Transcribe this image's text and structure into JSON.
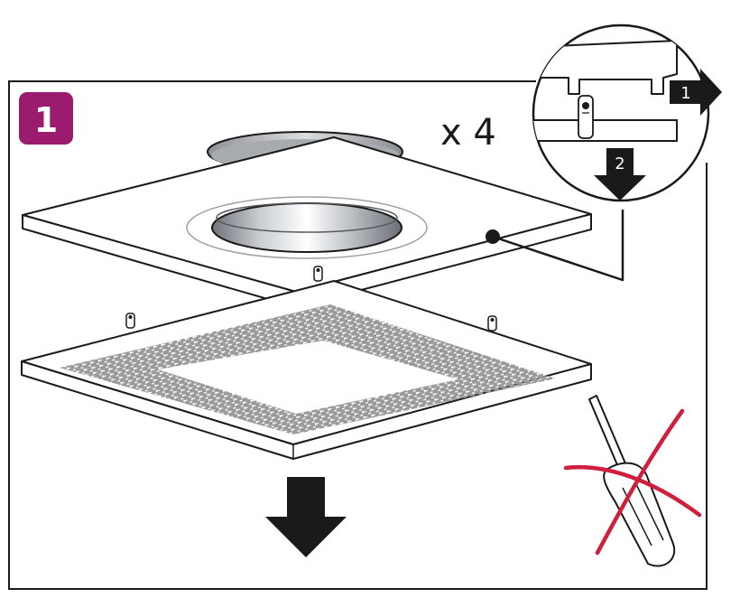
{
  "step": {
    "number": "1",
    "badge_color": "#9b1b6e"
  },
  "quantity_label": "x 4",
  "callout": {
    "step_a": "1",
    "step_b": "2"
  },
  "colors": {
    "line": "#1a1a1a",
    "prohibit": "#d01f3c",
    "perforation": "#9a9a9a",
    "dark": "#1a1a1a"
  },
  "icons": [
    "release-arrow-icon",
    "pull-down-arrow-icon",
    "remove-direction-arrow-icon",
    "screwdriver-icon",
    "prohibited-cross-icon"
  ]
}
